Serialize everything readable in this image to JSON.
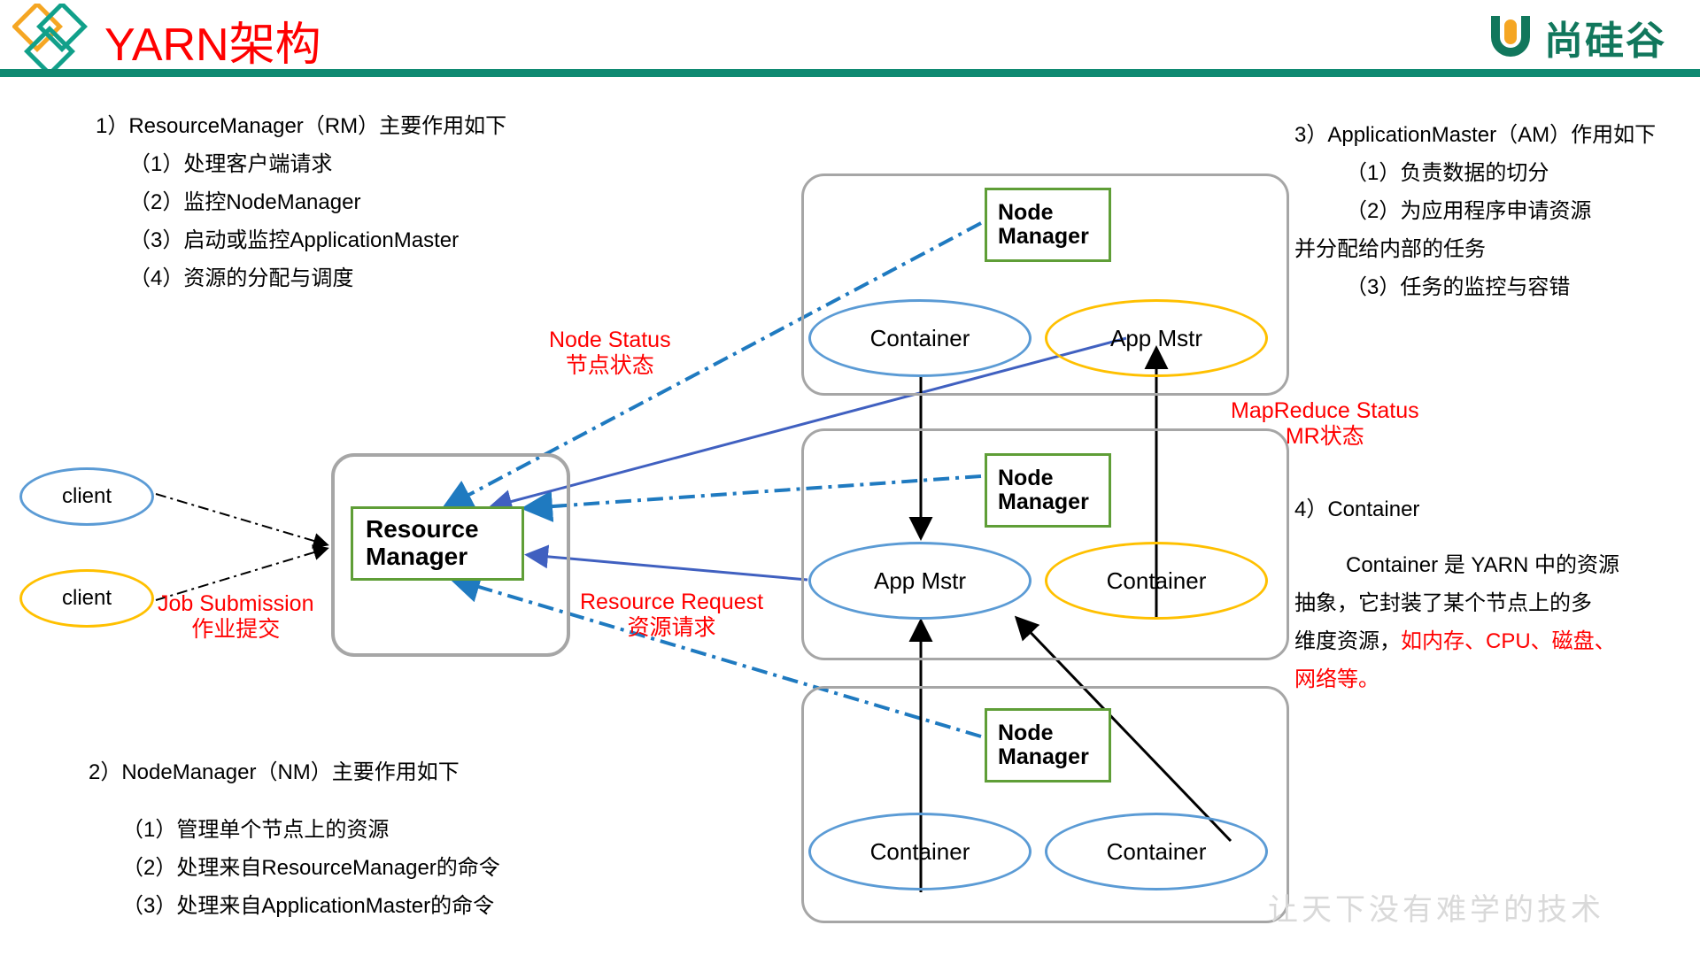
{
  "header": {
    "title": "YARN架构",
    "brand_name": "尚硅谷",
    "logo_icon": "diamonds-logo-icon",
    "brand_icon": "u-shape-brand-icon",
    "title_color": "#ff0000",
    "rule_color": "#0f8a72",
    "brand_color": "#11775c",
    "accent_orange": "#f5a623",
    "accent_teal": "#11a08a"
  },
  "notes": {
    "resource_manager": {
      "heading": "1）ResourceManager（RM）主要作用如下",
      "items": [
        "（1）处理客户端请求",
        "（2）监控NodeManager",
        "（3）启动或监控ApplicationMaster",
        "（4）资源的分配与调度"
      ]
    },
    "node_manager": {
      "heading": "2）NodeManager（NM）主要作用如下",
      "items": [
        "（1）管理单个节点上的资源",
        "（2）处理来自ResourceManager的命令",
        "（3）处理来自ApplicationMaster的命令"
      ]
    },
    "application_master": {
      "heading": "3）ApplicationMaster（AM）作用如下",
      "items": [
        "（1）负责数据的切分",
        "（2）为应用程序申请资源"
      ],
      "continuation": "并分配给内部的任务",
      "item3": "（3）任务的监控与容错"
    },
    "container": {
      "heading": "4）Container",
      "line1": "Container 是 YARN 中的资源",
      "line2": "抽象，它封装了某个节点上的多",
      "line3_black": "维度资源，",
      "line3_red": "如内存、CPU、磁盘、",
      "line4_red": "网络等。"
    }
  },
  "diagram": {
    "resource_manager": {
      "line1": "Resource",
      "line2": "Manager",
      "border_color": "#5f9e37"
    },
    "clients": [
      {
        "label": "client",
        "color": "#5b9bd5"
      },
      {
        "label": "client",
        "color": "#ffc000"
      }
    ],
    "node_groups": [
      {
        "node_manager": {
          "line1": "Node",
          "line2": "Manager"
        },
        "ellipses": [
          {
            "label": "Container",
            "color": "#5b9bd5"
          },
          {
            "label": "App Mstr",
            "color": "#ffc000"
          }
        ]
      },
      {
        "node_manager": {
          "line1": "Node",
          "line2": "Manager"
        },
        "ellipses": [
          {
            "label": "App Mstr",
            "color": "#5b9bd5"
          },
          {
            "label": "Container",
            "color": "#ffc000"
          }
        ]
      },
      {
        "node_manager": {
          "line1": "Node",
          "line2": "Manager"
        },
        "ellipses": [
          {
            "label": "Container",
            "color": "#5b9bd5"
          },
          {
            "label": "Container",
            "color": "#5b9bd5"
          }
        ]
      }
    ],
    "labels": {
      "node_status_en": "Node Status",
      "node_status_cn": "节点状态",
      "job_submission_en": "Job Submission",
      "job_submission_cn": "作业提交",
      "resource_request_en": "Resource Request",
      "resource_request_cn": "资源请求",
      "mr_status_en": "MapReduce Status",
      "mr_status_cn": "MR状态"
    },
    "colors": {
      "group_border": "#a6a6a6",
      "dashdot_blue": "#1f7ac0",
      "solid_blue": "#4060c0",
      "black": "#000000",
      "label_red": "#ff0000"
    }
  },
  "watermark": {
    "text": "让天下没有难学的技术"
  }
}
